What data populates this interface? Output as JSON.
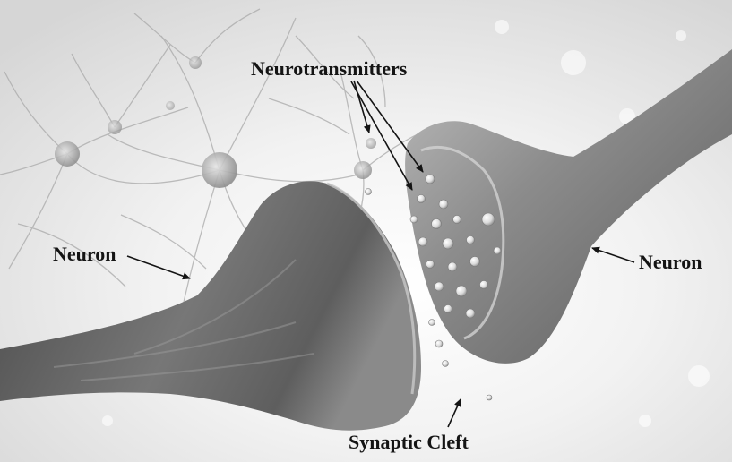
{
  "labels": {
    "neurotransmitters": "Neurotransmitters",
    "neuron_left": "Neuron",
    "neuron_right": "Neuron",
    "synaptic_cleft": "Synaptic Cleft"
  },
  "colors": {
    "background": "#eeeeee",
    "neuron_body": "#6a6a6a",
    "neuron_highlight": "#bdbdbd",
    "label_text": "#141414",
    "arrow": "#141414"
  }
}
